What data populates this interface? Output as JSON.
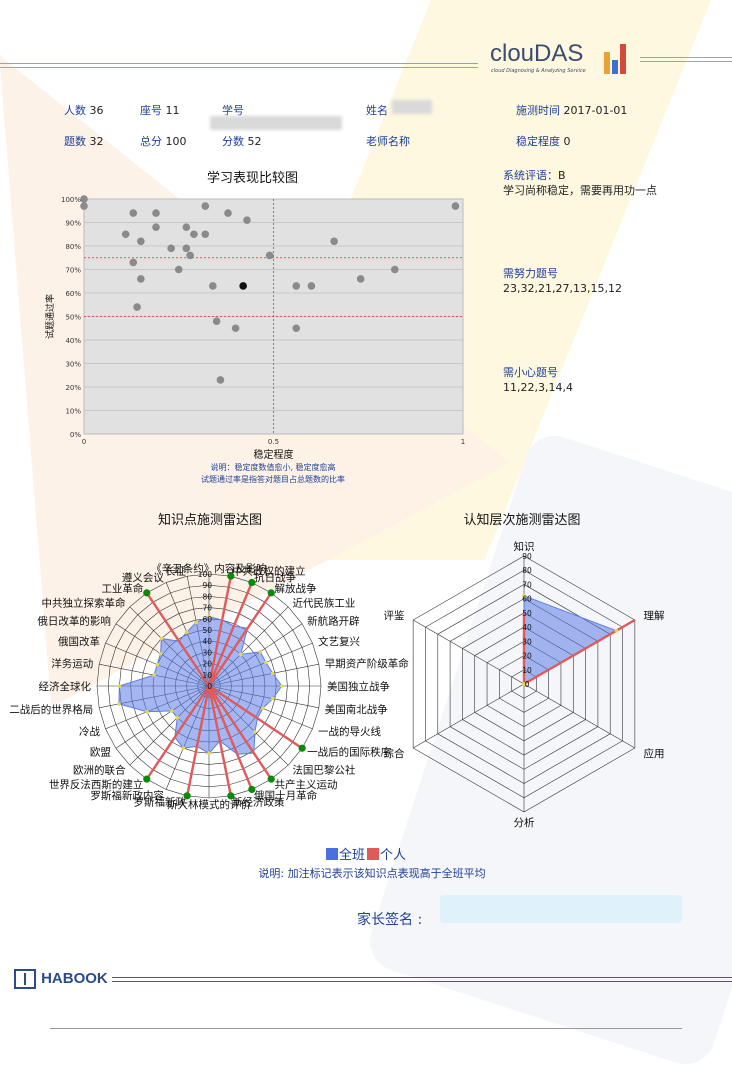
{
  "brand": {
    "name": "clouDAS",
    "tagline": "cloud Diagnosing & Analyzing Service",
    "footer_logo": "HABOOK"
  },
  "colors": {
    "class_series": "#5b7be8",
    "personal_series": "#e06060",
    "marker": "#0a8a0a",
    "header_label": "#1f3f99"
  },
  "info": {
    "row1": [
      {
        "label": "人数",
        "value": "36"
      },
      {
        "label": "座号",
        "value": "11"
      },
      {
        "label": "学号",
        "value": ""
      },
      {
        "label": "姓名",
        "value": ""
      },
      {
        "label": "施测时间",
        "value": "2017-01-01"
      }
    ],
    "row2": [
      {
        "label": "题数",
        "value": "32"
      },
      {
        "label": "总分",
        "value": "100"
      },
      {
        "label": "分数",
        "value": "52"
      },
      {
        "label": "老师名称",
        "value": ""
      },
      {
        "label": "稳定程度",
        "value": "0"
      }
    ]
  },
  "scatter": {
    "title": "学习表现比较图",
    "xlabel": "稳定程度",
    "ylabel": "试题通过率",
    "note1": "说明：稳定度数值愈小, 稳定度愈高",
    "note2": "试题通过率是指答对题目占总题数的比率"
  },
  "side": {
    "eval_label": "系统评语：",
    "eval_grade": "B",
    "eval_text": "学习尚称稳定，需要再用功一点",
    "effort_label": "需努力题号",
    "effort_items": "23,32,21,27,13,15,12",
    "careful_label": "需小心题号",
    "careful_items": "11,22,3,14,4"
  },
  "radar1": {
    "title": "知识点施测雷达图"
  },
  "radar2": {
    "title": "认知层次施测雷达图"
  },
  "legend": {
    "class_label": "全班",
    "personal_label": "个人",
    "note": "说明: 加注标记表示该知识点表现高于全班平均"
  },
  "sign": {
    "label": "家长签名 :"
  },
  "chart_data": [
    {
      "type": "scatter",
      "title": "学习表现比较图",
      "xlabel": "稳定程度",
      "ylabel": "试题通过率",
      "xlim": [
        0,
        1
      ],
      "ylim": [
        0,
        100
      ],
      "x_ticks": [
        "0",
        "0.5",
        "1"
      ],
      "y_ticks": [
        "0%",
        "10%",
        "20%",
        "30%",
        "40%",
        "50%",
        "60%",
        "70%",
        "80%",
        "90%",
        "100%"
      ],
      "reference_lines": {
        "x": 0.5,
        "y": [
          75,
          50
        ]
      },
      "series": [
        {
          "points": [
            [
              0,
              100
            ],
            [
              0,
              97
            ],
            [
              0.98,
              97
            ],
            [
              0.32,
              97
            ],
            [
              0.13,
              94
            ],
            [
              0.19,
              94
            ],
            [
              0.38,
              94
            ],
            [
              0.43,
              91
            ],
            [
              0.19,
              88
            ],
            [
              0.27,
              88
            ],
            [
              0.11,
              85
            ],
            [
              0.29,
              85
            ],
            [
              0.32,
              85
            ],
            [
              0.15,
              82
            ],
            [
              0.66,
              82
            ],
            [
              0.23,
              79
            ],
            [
              0.27,
              79
            ],
            [
              0.28,
              76
            ],
            [
              0.49,
              76
            ],
            [
              0.13,
              73
            ],
            [
              0.25,
              70
            ],
            [
              0.82,
              70
            ],
            [
              0.15,
              66
            ],
            [
              0.73,
              66
            ],
            [
              0.34,
              63
            ],
            [
              0.56,
              63
            ],
            [
              0.6,
              63
            ],
            [
              0.14,
              54
            ],
            [
              0.35,
              48
            ],
            [
              0.4,
              45
            ],
            [
              0.56,
              45
            ],
            [
              0.36,
              23
            ]
          ]
        },
        {
          "name": "个人",
          "points": [
            [
              0.42,
              63
            ]
          ]
        }
      ]
    },
    {
      "type": "radar",
      "title": "知识点施测雷达图",
      "r_ticks": [
        "0",
        "10",
        "20",
        "30",
        "40",
        "50",
        "60",
        "70",
        "80",
        "90",
        "100"
      ],
      "rlim": [
        0,
        100
      ],
      "categories": [
        "《辛丑条约》内容及影响",
        "中共政权的建立",
        "抗日战争",
        "解放战争",
        "近代民族工业",
        "新航路开辟",
        "文艺复兴",
        "早期资产阶级革命",
        "美国独立战争",
        "美国南北战争",
        "一战的导火线",
        "一战后的国际秩序",
        "法国巴黎公社",
        "共产主义运动",
        "俄国十月革命",
        "新经济政策",
        "斯大林模式的评价",
        "罗斯福新政",
        "罗斯福新政内容",
        "世界反法西斯的建立",
        "欧洲的联合",
        "欧盟",
        "冷战",
        "二战后的世界格局",
        "经济全球化",
        "洋务运动",
        "俄国改革",
        "俄日改革的影响",
        "中共独立探索革命",
        "工业革命",
        "遵义会议",
        "长征"
      ],
      "series": [
        {
          "name": "全班",
          "values": [
            62,
            60,
            58,
            62,
            40,
            55,
            55,
            58,
            65,
            58,
            52,
            52,
            58,
            72,
            66,
            50,
            60,
            55,
            60,
            55,
            40,
            40,
            60,
            82,
            80,
            50,
            50,
            52,
            60,
            48,
            52,
            58
          ]
        },
        {
          "name": "个人",
          "values": [
            0,
            100,
            100,
            100,
            0,
            0,
            0,
            0,
            0,
            0,
            0,
            100,
            0,
            100,
            100,
            100,
            0,
            100,
            0,
            100,
            0,
            0,
            0,
            0,
            0,
            0,
            0,
            0,
            0,
            100,
            0,
            0
          ]
        }
      ]
    },
    {
      "type": "radar",
      "title": "认知层次施测雷达图",
      "r_ticks": [
        "0",
        "10",
        "20",
        "30",
        "40",
        "50",
        "60",
        "70",
        "80",
        "90"
      ],
      "rlim": [
        0,
        90
      ],
      "categories": [
        "知识",
        "理解",
        "应用",
        "分析",
        "综合",
        "评鉴"
      ],
      "series": [
        {
          "name": "全班",
          "values": [
            62,
            75,
            0,
            0,
            0,
            0
          ]
        },
        {
          "name": "个人",
          "values": [
            50,
            90,
            0,
            0,
            0,
            0
          ]
        }
      ]
    }
  ]
}
